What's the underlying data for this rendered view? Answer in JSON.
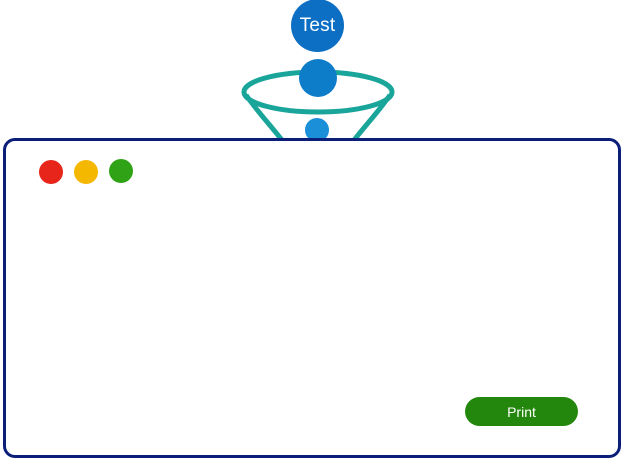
{
  "funnel": {
    "label": "Test"
  },
  "window": {
    "controls": [
      {
        "name": "close",
        "color": "#e8251b"
      },
      {
        "name": "minimize",
        "color": "#f4b800"
      },
      {
        "name": "maximize",
        "color": "#2fa215"
      }
    ],
    "print_label": "Print",
    "icons": [
      "magnifier-icon",
      "bar-stripes-icon",
      "pie-chart-icon"
    ]
  },
  "colors": {
    "frame": "#0b1f7a",
    "funnel": "#1aa59a",
    "bubble": "#0d6fc4",
    "button": "#24870d",
    "bars": "#1b3ea8"
  }
}
